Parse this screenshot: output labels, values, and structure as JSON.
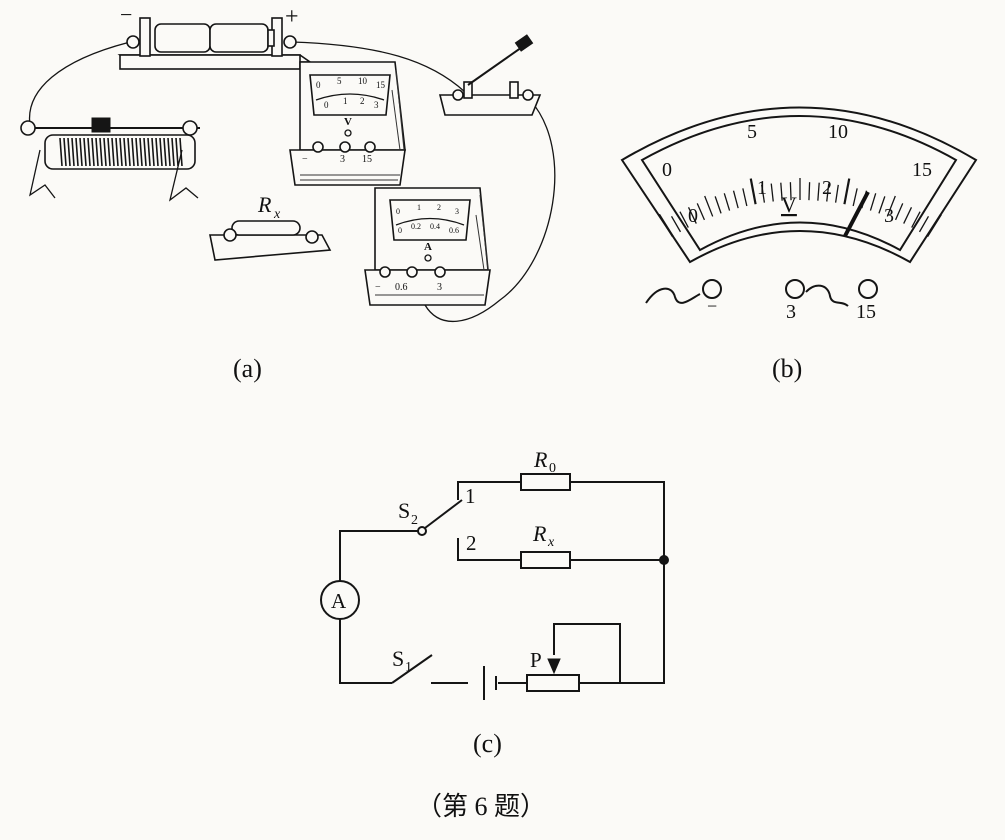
{
  "figure_a": {
    "caption": "(a)",
    "battery": {
      "minus_label": "−",
      "plus_label": "+"
    },
    "voltmeter": {
      "upper_scale": [
        "0",
        "5",
        "10",
        "15"
      ],
      "lower_scale": [
        "0",
        "1",
        "2",
        "3"
      ],
      "unit": "V",
      "terminals": [
        "−",
        "3",
        "15"
      ]
    },
    "ammeter": {
      "upper_scale": [
        "0",
        "1",
        "2",
        "3"
      ],
      "lower_scale": [
        "0",
        "0.2",
        "0.4",
        "0.6"
      ],
      "unit": "A",
      "terminals": [
        "−",
        "0.6",
        "3"
      ]
    },
    "resistor": {
      "label_main": "R",
      "label_sub": "x"
    }
  },
  "figure_b": {
    "caption": "(b)",
    "upper_scale": [
      "0",
      "5",
      "10",
      "15"
    ],
    "lower_scale": [
      "0",
      "1",
      "2",
      "3"
    ],
    "unit": "V",
    "terminals": [
      "−",
      "3",
      "15"
    ],
    "needle_reading_on_3V_scale": 2.3
  },
  "figure_c": {
    "caption": "(c)",
    "s2_main": "S",
    "s2_sub": "2",
    "s1_main": "S",
    "s1_sub": "1",
    "pos1": "1",
    "pos2": "2",
    "r0_main": "R",
    "r0_sub": "0",
    "rx_main": "R",
    "rx_sub": "x",
    "ammeter": "A",
    "slider": "P"
  },
  "problem_caption": "（第 6 题）"
}
